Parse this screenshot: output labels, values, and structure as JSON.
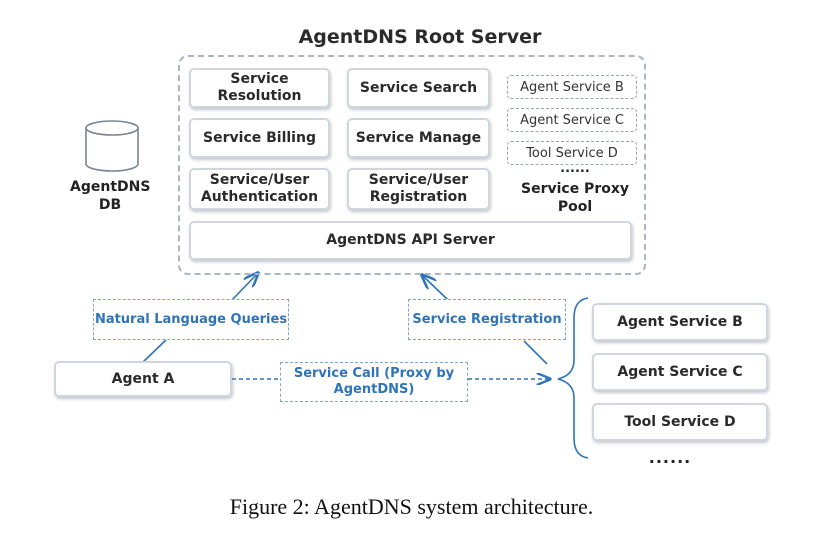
{
  "title": "AgentDNS Root Server",
  "modules": {
    "resolution": "Service Resolution",
    "search": "Service Search",
    "billing": "Service Billing",
    "manage": "Service Manage",
    "authentication": "Service/User Authentication",
    "registration": "Service/User Registration",
    "api_server": "AgentDNS API Server"
  },
  "proxy_pool": {
    "items": [
      "Agent Service B",
      "Agent Service C",
      "Tool Service D"
    ],
    "ellipsis": "......",
    "label": "Service Proxy Pool"
  },
  "database": {
    "label": "AgentDNS DB"
  },
  "agent": {
    "label": "Agent A"
  },
  "edges": {
    "queries": "Natural Language Queries",
    "registration": "Service Registration",
    "service_call": "Service Call (Proxy by AgentDNS)"
  },
  "services": {
    "items": [
      "Agent Service B",
      "Agent Service C",
      "Tool Service D"
    ],
    "ellipsis": "......"
  },
  "caption": "Figure 2: AgentDNS system architecture.",
  "colors": {
    "accent_blue": "#2f74b8",
    "border_gray": "#cfd6df",
    "frame_dashed": "#aab6c6"
  }
}
